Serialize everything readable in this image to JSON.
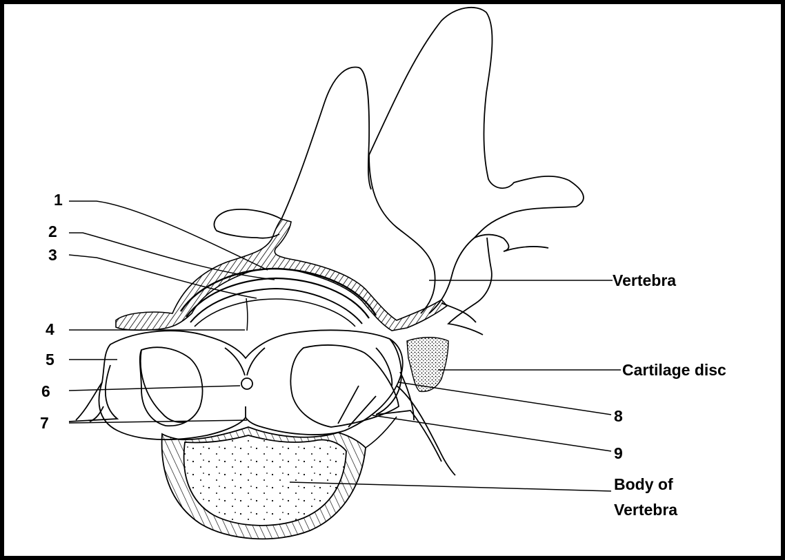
{
  "labels": {
    "n1": "1",
    "n2": "2",
    "n3": "3",
    "n4": "4",
    "n5": "5",
    "n6": "6",
    "n7": "7",
    "n8": "8",
    "n9": "9",
    "vertebra": "Vertebra",
    "cartilage_disc": "Cartilage disc",
    "body_of_vertebra_line1": "Body of",
    "body_of_vertebra_line2": "Vertebra"
  }
}
